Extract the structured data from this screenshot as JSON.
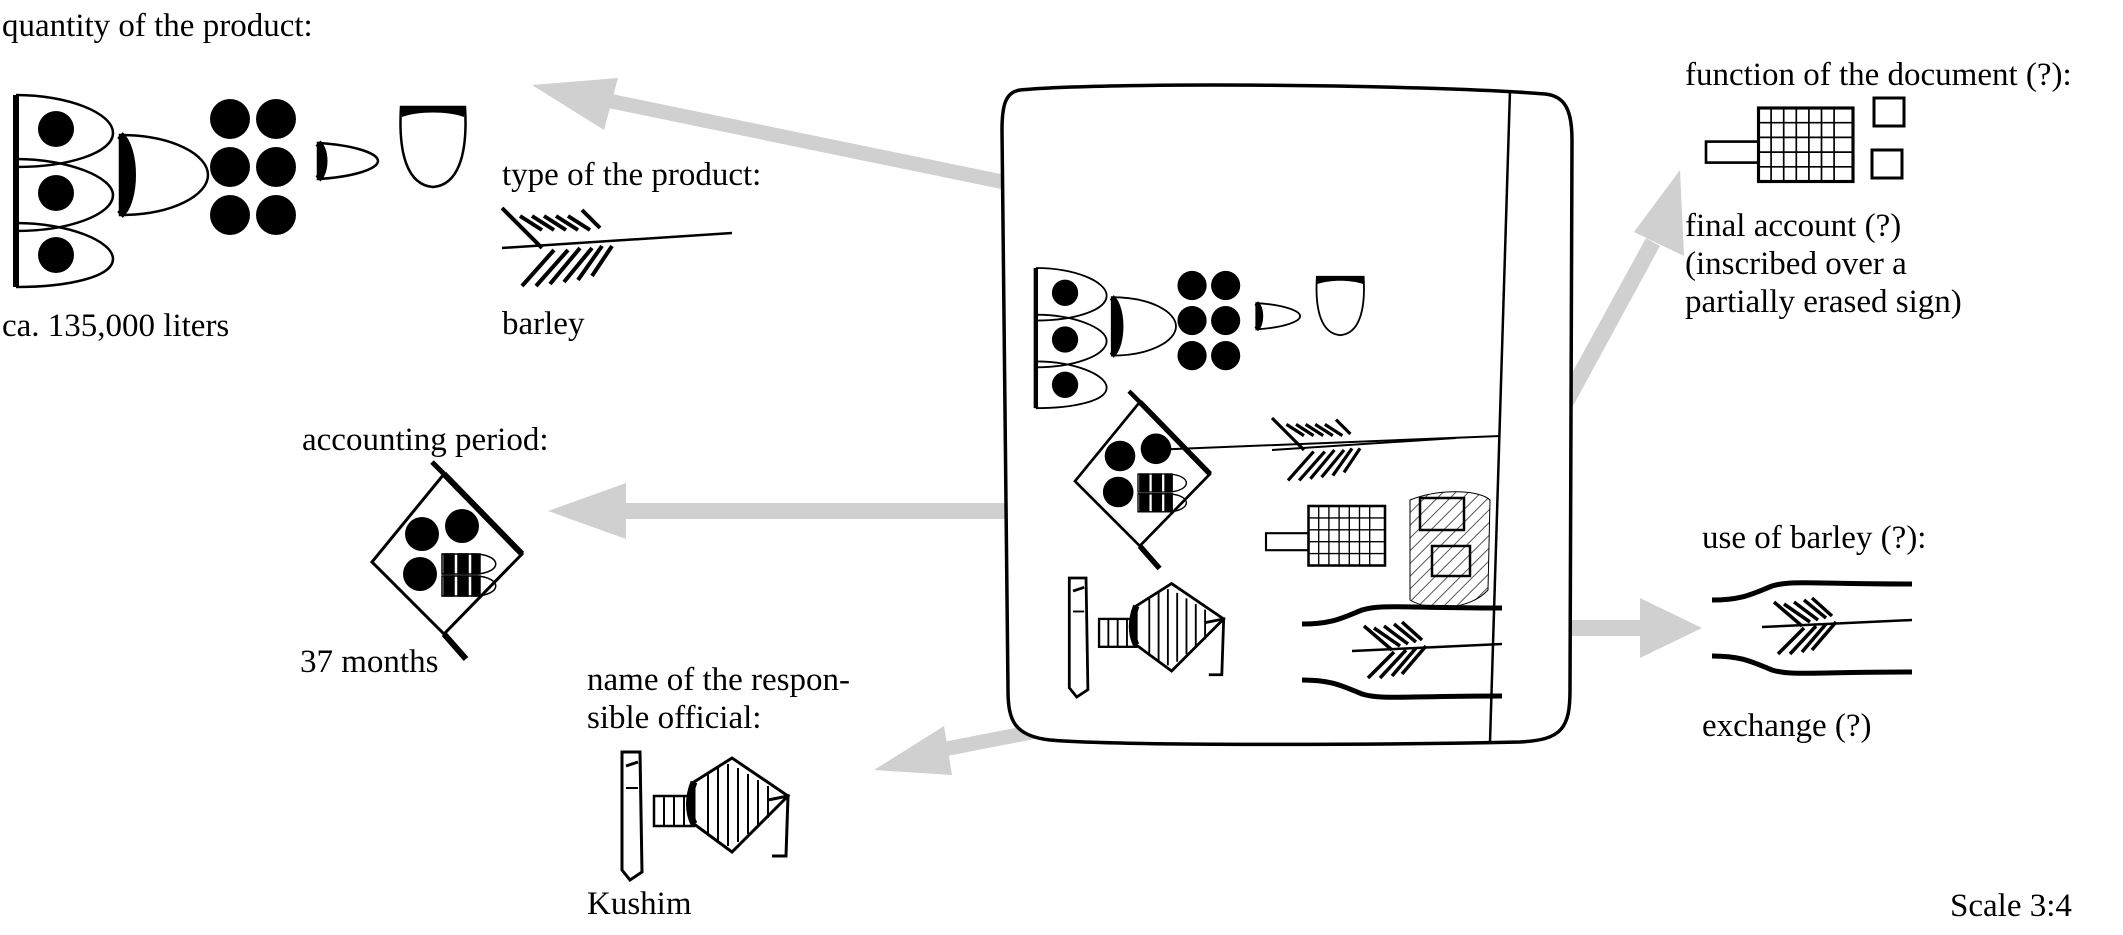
{
  "labels": {
    "quantity_title": "quantity of the product:",
    "quantity_value": "ca. 135,000 liters",
    "type_title": "type of the product:",
    "type_value": "barley",
    "period_title": "accounting period:",
    "period_value": "37 months",
    "official_title_1": "name of the respon-",
    "official_title_2": "sible official:",
    "official_value": "Kushim",
    "function_title": "function of the document (?):",
    "function_value_1": "final account (?)",
    "function_value_2": "(inscribed over a",
    "function_value_3": "partially erased sign)",
    "use_title": "use of barley (?):",
    "use_value": "exchange (?)",
    "scale": "Scale 3:4"
  },
  "colors": {
    "ink": "#000000",
    "arrow": "#d0d0d0",
    "hatch": "#555555"
  },
  "icons": [
    "numeral-sign-icon",
    "barley-sign-icon",
    "period-sign-icon",
    "official-name-sign-icon",
    "document-function-sign-icon",
    "exchange-sign-icon",
    "clay-tablet"
  ]
}
